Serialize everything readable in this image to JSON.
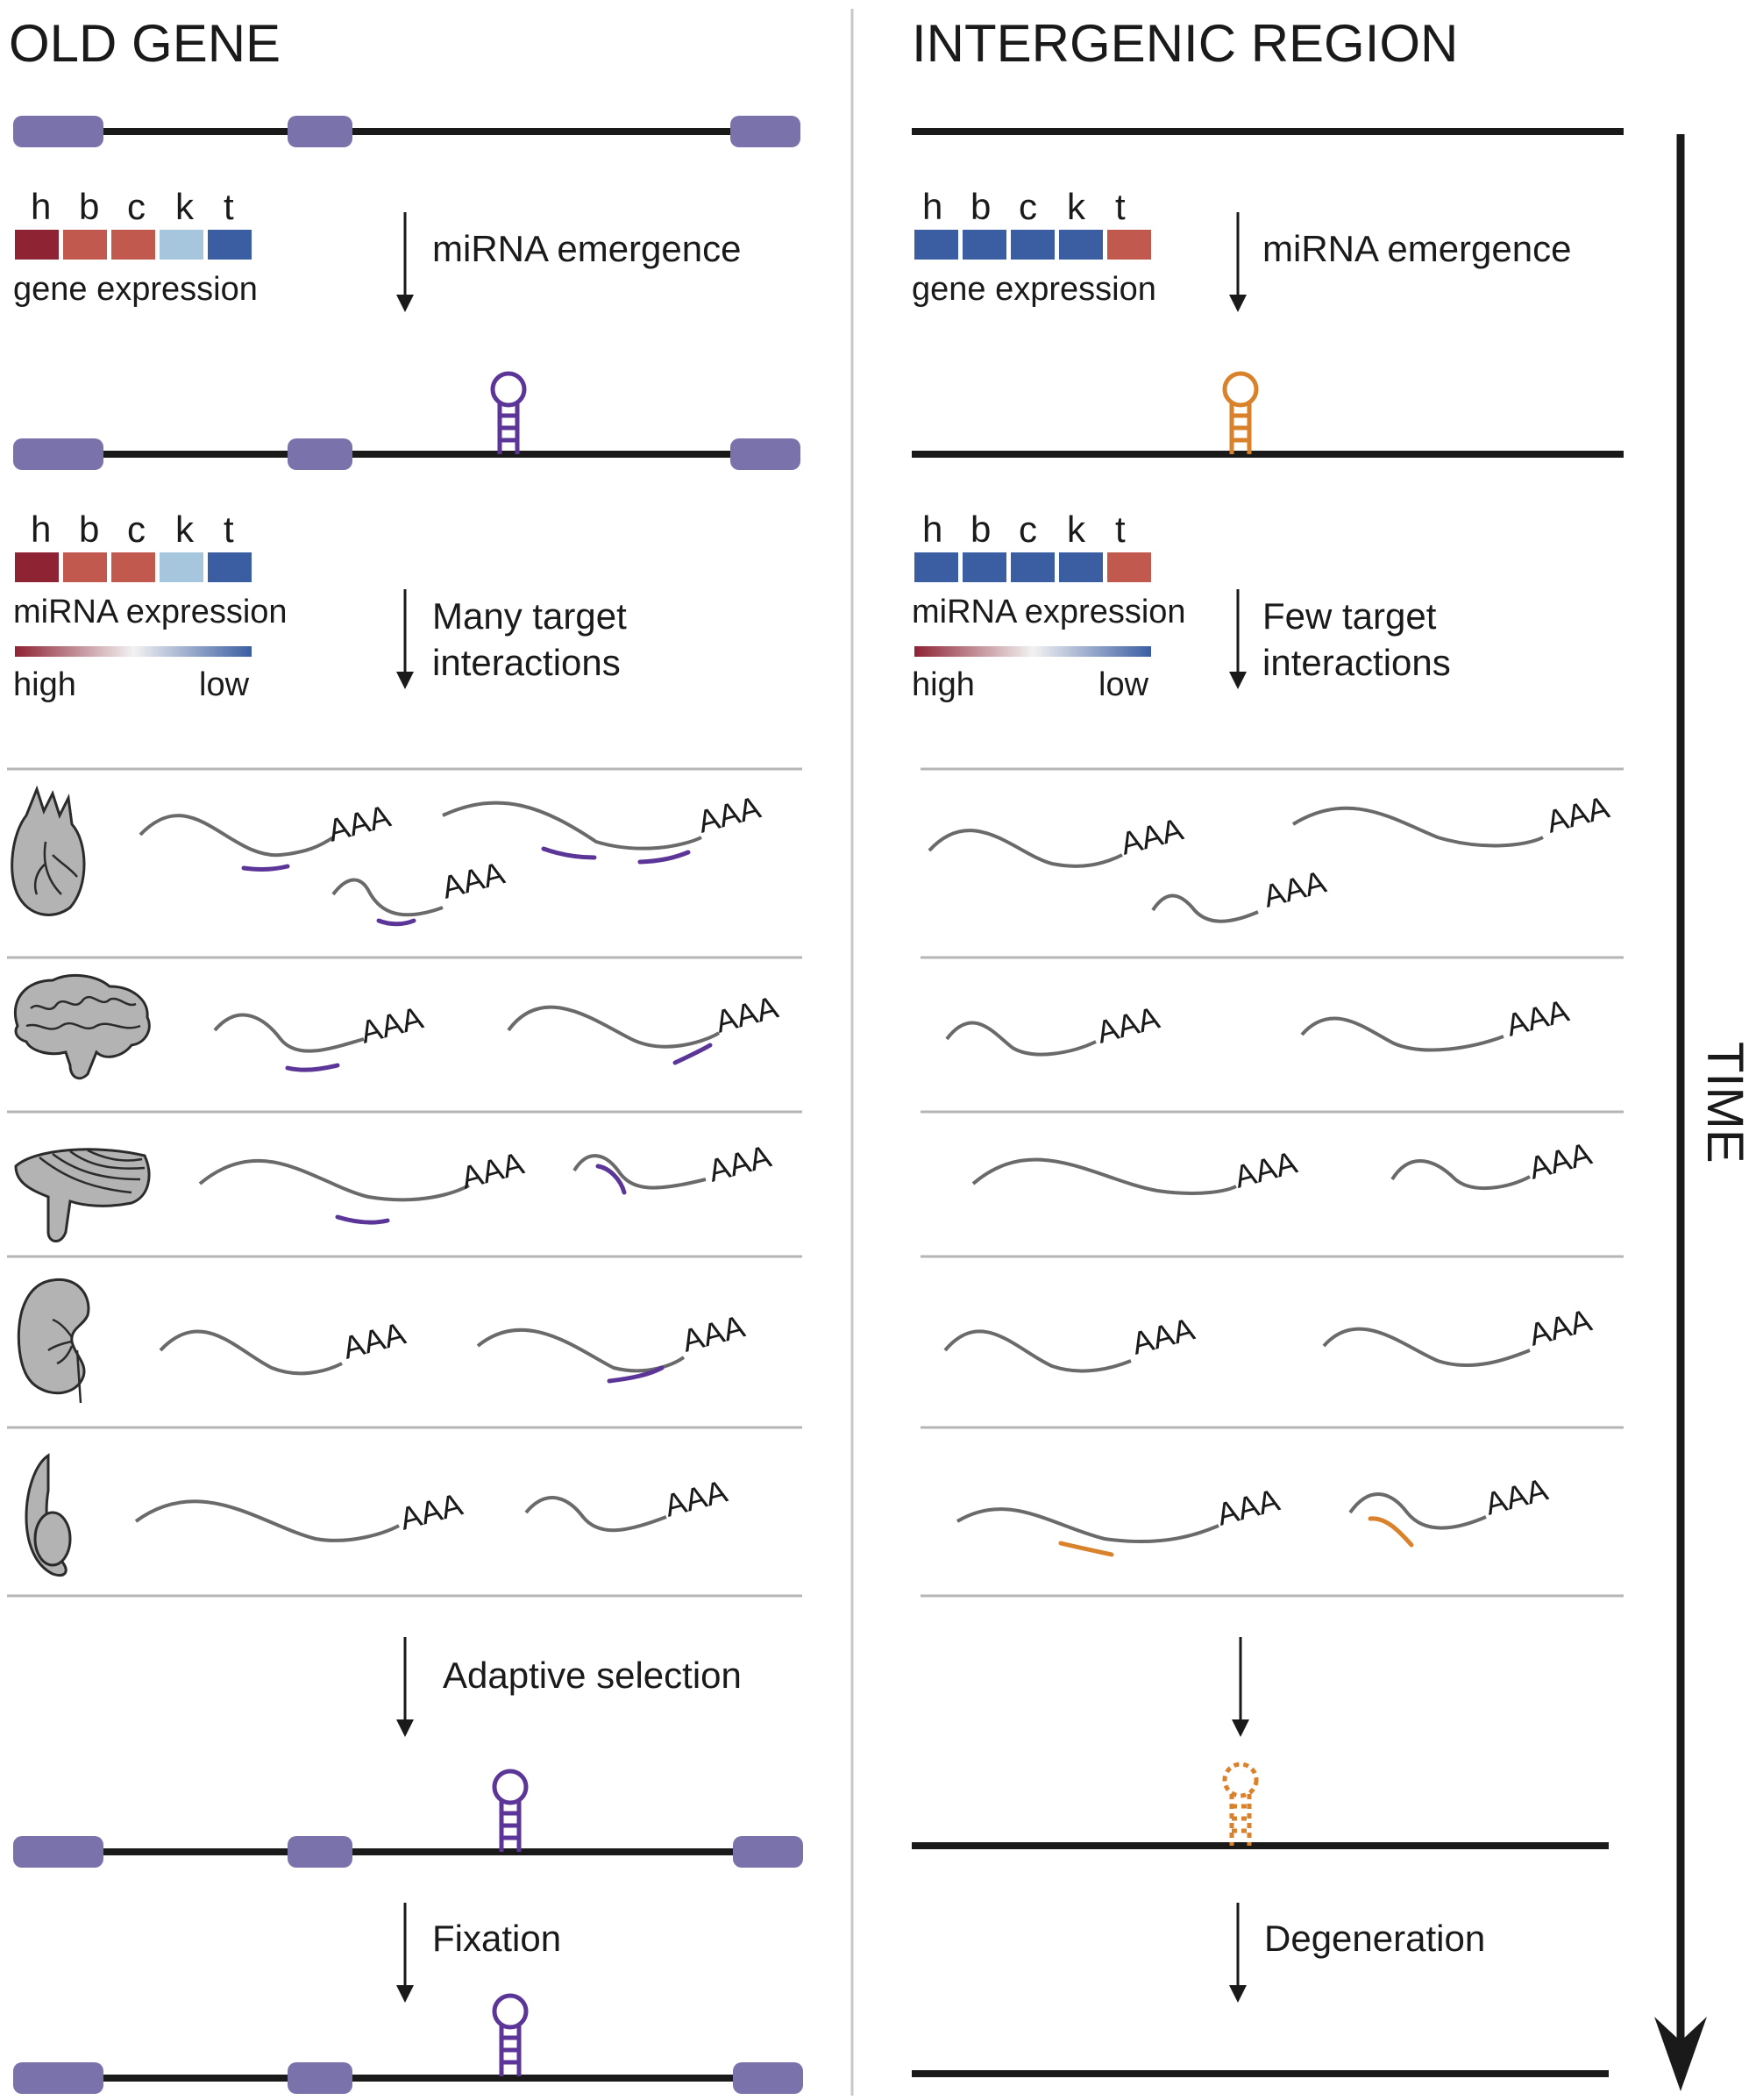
{
  "left": {
    "title": "OLD GENE",
    "step1": "miRNA emergence",
    "step2_line1": "Many target",
    "step2_line2": "interactions",
    "step3": "Adaptive selection",
    "step4": "Fixation",
    "heatmap1_label": "gene expression",
    "heatmap2_label": "miRNA expression",
    "heatmap1_colors": [
      "#8e2334",
      "#c1594e",
      "#c1594e",
      "#a6c6de",
      "#3b5ea3"
    ],
    "heatmap2_colors": [
      "#8e2334",
      "#c1594e",
      "#c1594e",
      "#a6c6de",
      "#3b5ea3"
    ],
    "hairpin_color": "#5b3597"
  },
  "right": {
    "title": "INTERGENIC REGION",
    "step1": "miRNA emergence",
    "step2_line1": "Few target",
    "step2_line2": "interactions",
    "step4": "Degeneration",
    "heatmap1_label": "gene expression",
    "heatmap2_label": "miRNA expression",
    "heatmap1_colors": [
      "#3b5ea3",
      "#3b5ea3",
      "#3b5ea3",
      "#3b5ea3",
      "#c1594e"
    ],
    "heatmap2_colors": [
      "#3b5ea3",
      "#3b5ea3",
      "#3b5ea3",
      "#3b5ea3",
      "#c1594e"
    ],
    "hairpin_color": "#d9822b"
  },
  "tissue_letters": [
    "h",
    "b",
    "c",
    "k",
    "t"
  ],
  "legend": {
    "high": "high",
    "low": "low"
  },
  "tissue_icons": [
    "heart-icon",
    "brain-icon",
    "cerebellum-icon",
    "kidney-icon",
    "testis-icon"
  ],
  "polya_label": "AAA",
  "time_label": "TIME",
  "colors": {
    "exon": "#7a72aa",
    "chromosome": "#1a1a1a",
    "separator": "#b5b5b5",
    "mrna": "#6a6a6a",
    "target_site_old": "#5b3597",
    "target_site_new": "#d9822b"
  }
}
